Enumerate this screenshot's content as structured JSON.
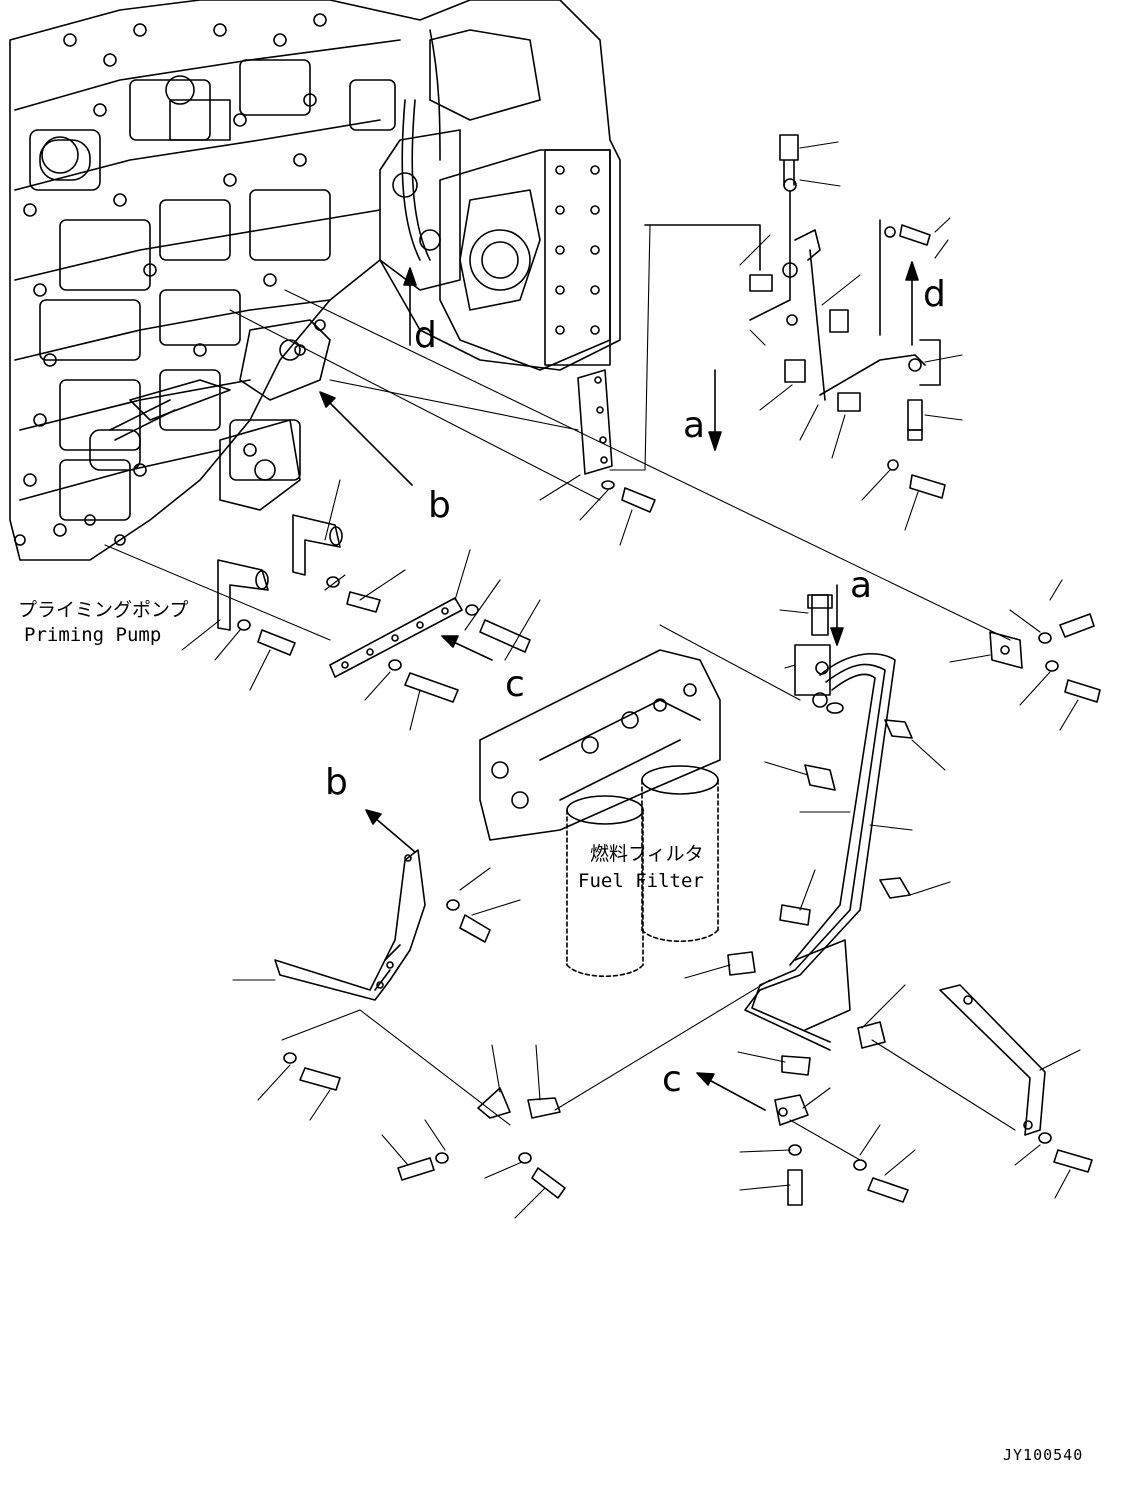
{
  "components": {
    "priming_pump_jp": "プライミングポンプ",
    "priming_pump_en": "Priming Pump",
    "fuel_filter_jp": "燃料フィルタ",
    "fuel_filter_en": "Fuel Filter"
  },
  "view_markers": {
    "a_top": "a",
    "a_mid": "a",
    "b_engine": "b",
    "b_bracket": "b",
    "c_plate": "c",
    "c_lower": "c",
    "d_engine": "d",
    "d_right": "d"
  },
  "drawing_code": "JY100540"
}
